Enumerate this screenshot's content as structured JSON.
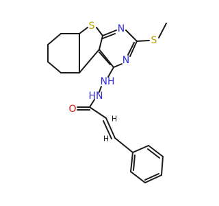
{
  "molecule": {
    "atoms": {
      "s_thiophene": "S",
      "n_ring_top": "N",
      "n_ring_bottom": "N",
      "s_methylthio": "S",
      "nh_upper": "NH",
      "nh_lower": "HN",
      "o_carbonyl": "O",
      "h_n_upper": "H",
      "h_n_lower": "H"
    },
    "colors": {
      "bond": "#1a1a1a",
      "sulfur": "#b8a300",
      "nitrogen": "#2f2fd6",
      "oxygen": "#e01010",
      "carbon_h": "#1a1a1a"
    }
  }
}
